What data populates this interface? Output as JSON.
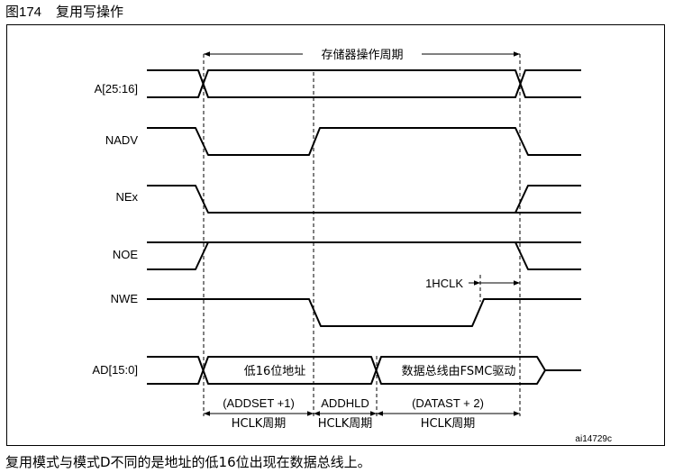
{
  "figure": {
    "number": "图174",
    "title": "复用写操作"
  },
  "signals": [
    {
      "id": "a",
      "label": "A[25:16]"
    },
    {
      "id": "nadv",
      "label": "NADV"
    },
    {
      "id": "nex",
      "label": "NEx"
    },
    {
      "id": "noe",
      "label": "NOE"
    },
    {
      "id": "nwe",
      "label": "NWE"
    },
    {
      "id": "ad",
      "label": "AD[15:0]"
    }
  ],
  "annotations": {
    "cycle": "存储器操作周期",
    "hclk_gap": "1HCLK",
    "ad_low": "低16位地址",
    "ad_data": "数据总线由FSMC驱动",
    "addset_top": "(ADDSET +1)",
    "addset_bottom": "HCLK周期",
    "addhld_top": "ADDHLD",
    "addhld_bottom": "HCLK周期",
    "datast_top": "(DATAST + 2)",
    "datast_bottom": "HCLK周期",
    "ref_code": "ai14729c"
  },
  "caption_bottom": "复用模式与模式D不同的是地址的低16位出现在数据总线上。"
}
